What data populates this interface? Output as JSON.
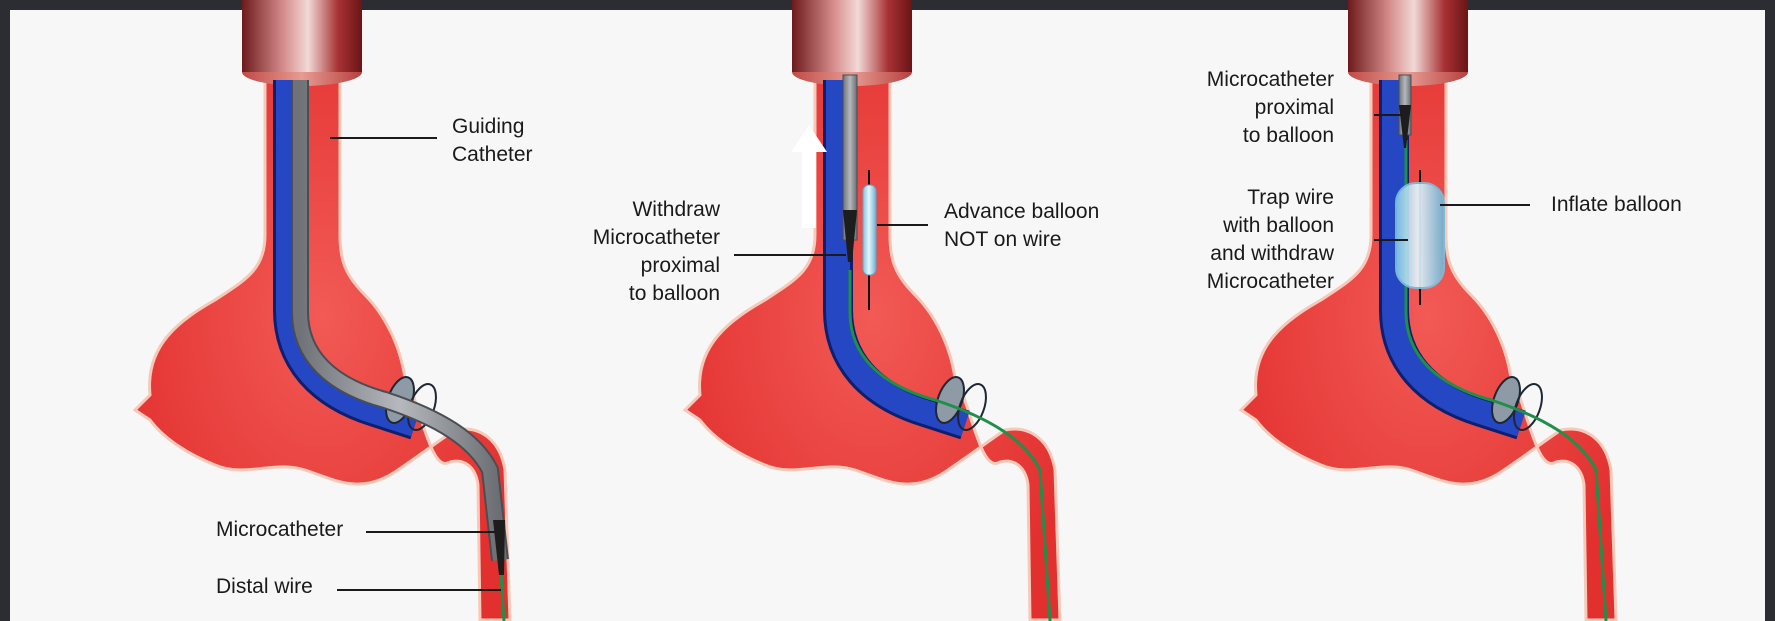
{
  "colors": {
    "background_frame": "#2b2d33",
    "panel": "#f7f7f8",
    "vessel": "#ea3b39",
    "vessel_edge": "#f6c9b9",
    "guide_catheter": "#1e36a8",
    "microcatheter": "#8c8f95",
    "microcatheter_tip": "#1d1d1d",
    "wire": "#1f8f4a",
    "balloon": "#a8dcef",
    "label_line": "#1a1a1a",
    "arrow": "#ffffff"
  },
  "panels": [
    {
      "step": 1,
      "labels": {
        "guiding_catheter": "Guiding\nCatheter",
        "microcatheter": "Microcatheter",
        "distal_wire": "Distal wire"
      }
    },
    {
      "step": 2,
      "labels": {
        "withdraw": "Withdraw\nMicrocatheter\nproximal\nto balloon",
        "advance": "Advance balloon\nNOT on wire"
      },
      "arrow_icon": "up-arrow-icon"
    },
    {
      "step": 3,
      "labels": {
        "microcatheter_proximal": "Microcatheter\nproximal\nto balloon",
        "trap": "Trap wire\nwith balloon\nand withdraw\nMicrocatheter",
        "inflate": "Inflate balloon"
      }
    }
  ]
}
